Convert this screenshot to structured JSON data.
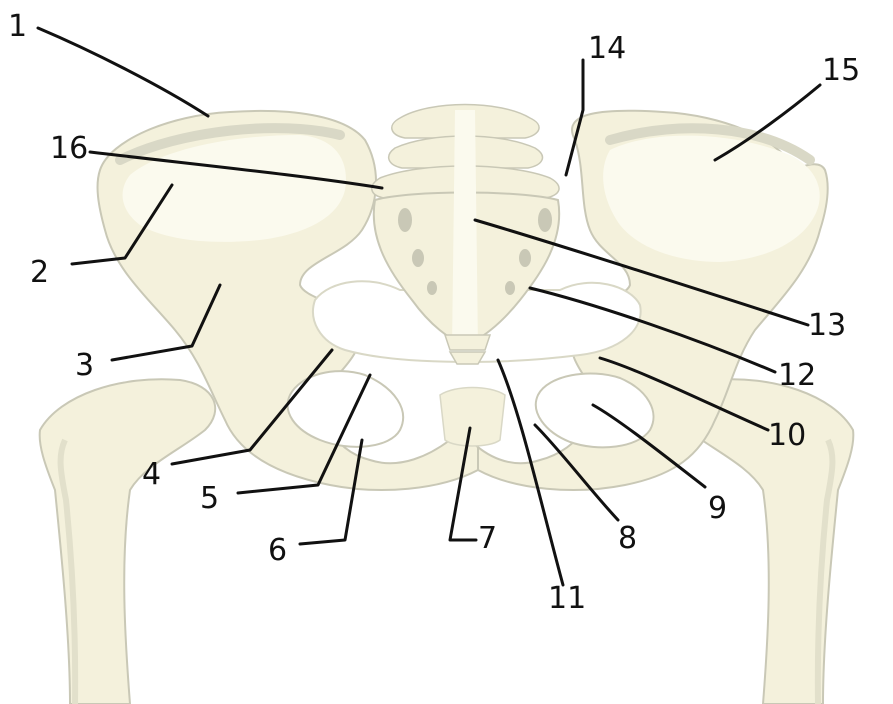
{
  "colors": {
    "bone_fill": "#f4f1dc",
    "bone_light": "#fbfaee",
    "bone_shade": "#d9d8c6",
    "bone_outline": "#c9c8b6",
    "leader_line": "#111111",
    "background": "#ffffff"
  },
  "labels": [
    {
      "id": "1",
      "text": "1"
    },
    {
      "id": "2",
      "text": "2"
    },
    {
      "id": "3",
      "text": "3"
    },
    {
      "id": "4",
      "text": "4"
    },
    {
      "id": "5",
      "text": "5"
    },
    {
      "id": "6",
      "text": "6"
    },
    {
      "id": "7",
      "text": "7"
    },
    {
      "id": "8",
      "text": "8"
    },
    {
      "id": "9",
      "text": "9"
    },
    {
      "id": "10",
      "text": "10"
    },
    {
      "id": "11",
      "text": "11"
    },
    {
      "id": "12",
      "text": "12"
    },
    {
      "id": "13",
      "text": "13"
    },
    {
      "id": "14",
      "text": "14"
    },
    {
      "id": "15",
      "text": "15"
    },
    {
      "id": "16",
      "text": "16"
    }
  ]
}
